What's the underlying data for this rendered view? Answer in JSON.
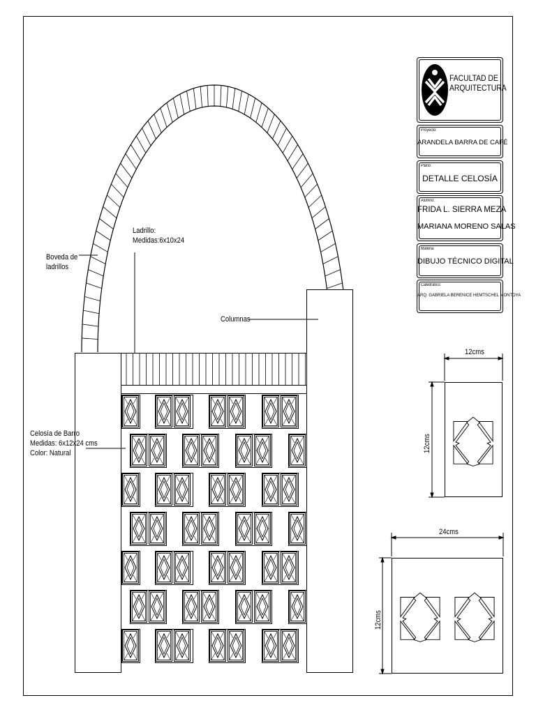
{
  "labels": {
    "boveda": [
      "Boveda de",
      "ladrillos"
    ],
    "ladrillo": [
      "Ladrillo:",
      "Medidas:6x10x24"
    ],
    "columnas": "Columnas",
    "celosia": [
      "Celosía de Barro",
      "Medidas: 6x12x24 cms",
      "Color: Natural"
    ]
  },
  "title_block": {
    "faculty": [
      "FACULTAD DE",
      "ARQUITECTURA"
    ],
    "proyecto_label": "Proyecto:",
    "proyecto": "ARANDELA BARRA DE CAFÉ",
    "plano_label": "Plano:",
    "plano": "DETALLE CELOSÍA",
    "alumno_label": "Alumno:",
    "alumnos": [
      "FRIDA L. SIERRA MEZA",
      "MARIANA MORENO SALAS"
    ],
    "materia_label": "Materia:",
    "materia": "DIBUJO TÉCNICO DIGITAL",
    "catedratico_label": "Catedrático:",
    "catedratico": "ARQ. GABRIELA BERENICE HEMTSCHEL MONTOYA"
  },
  "details": {
    "small_width": "12cms",
    "small_height": "12cms",
    "large_width": "24cms",
    "large_height": "12cms"
  }
}
